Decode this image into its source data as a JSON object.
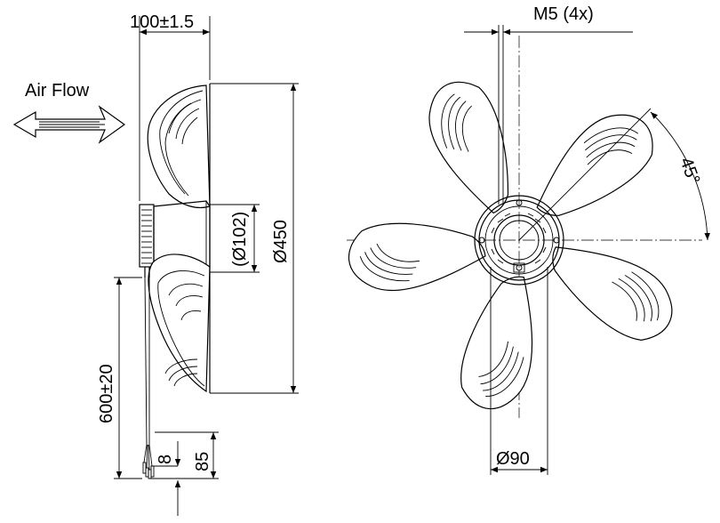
{
  "labels": {
    "airflow": "Air Flow",
    "depth": "100±1.5",
    "screw": "M5 (4x)",
    "hub_diameter": "(Ø102)",
    "fan_diameter": "Ø450",
    "cable_length": "600±20",
    "strip_short": "8",
    "strip_long": "85",
    "angle": "45°",
    "mount_diameter": "Ø90"
  },
  "views": [
    "side-view",
    "front-view"
  ],
  "blade_count": 5
}
